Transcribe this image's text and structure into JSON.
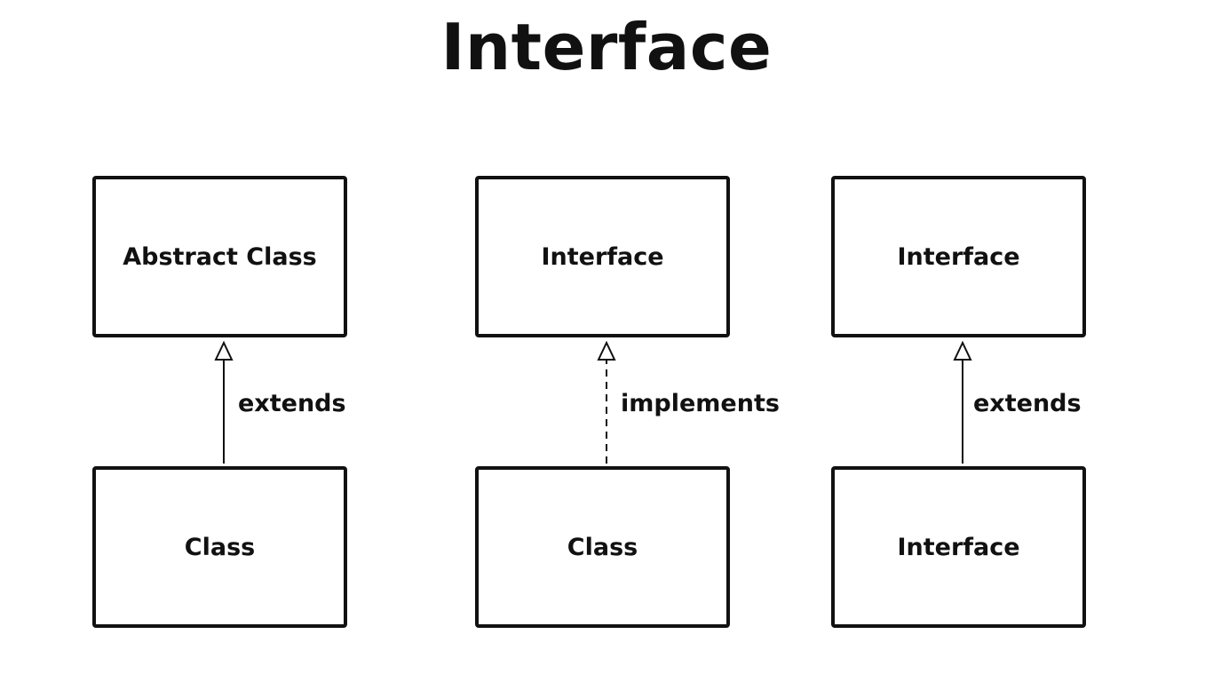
{
  "title": "Interface",
  "diagrams": [
    {
      "parent": "Abstract Class",
      "child": "Class",
      "relation": "extends",
      "line_style": "solid"
    },
    {
      "parent": "Interface",
      "child": "Class",
      "relation": "implements",
      "line_style": "dashed"
    },
    {
      "parent": "Interface",
      "child": "Interface",
      "relation": "extends",
      "line_style": "solid"
    }
  ],
  "colors": {
    "stroke": "#111111",
    "background": "#ffffff"
  }
}
